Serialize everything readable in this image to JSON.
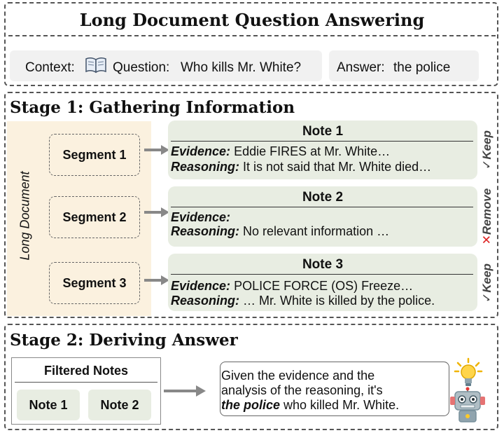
{
  "header": {
    "title": "Long Document Question Answering",
    "context_label": "Context:",
    "question_label": "Question:",
    "question_text": "Who kills Mr. White?",
    "answer_label": "Answer:",
    "answer_text": "the police",
    "book_icon": "book-icon"
  },
  "stage1": {
    "title": "Stage 1: Gathering Information",
    "long_document_label": "Long Document",
    "segments": [
      "Segment 1",
      "Segment 2",
      "Segment 3"
    ],
    "notes": [
      {
        "title": "Note 1",
        "evidence_label": "Evidence",
        "evidence": "Eddie FIRES at Mr. White…",
        "reasoning_label": "Reasoning",
        "reasoning": "It is not said that Mr. White died…",
        "decision": "Keep",
        "decision_mark": "✓"
      },
      {
        "title": "Note 2",
        "evidence_label": "Evidence",
        "evidence": "",
        "reasoning_label": "Reasoning",
        "reasoning": "No relevant information …",
        "decision": "Remove",
        "decision_mark": "✕"
      },
      {
        "title": "Note 3",
        "evidence_label": "Evidence",
        "evidence": "POLICE FORCE (OS) Freeze…",
        "reasoning_label": "Reasoning",
        "reasoning": "… Mr. White is killed by the police.",
        "decision": "Keep",
        "decision_mark": "✓"
      }
    ],
    "colors": {
      "long_document_bg": "#fbf1df",
      "note_bg": "#e8ede2",
      "remove_mark": "#dd2222",
      "arrow": "#888888"
    }
  },
  "stage2": {
    "title": "Stage 2: Deriving Answer",
    "filtered_title": "Filtered Notes",
    "filtered_notes": [
      "Note 1",
      "Note 2"
    ],
    "answer_part1": "Given the evidence and the",
    "answer_part2": "analysis of the reasoning, it's",
    "answer_emphasis": "the police",
    "answer_part3": "who killed Mr. White.",
    "robot_icon": "robot-icon",
    "lightbulb_icon": "lightbulb-icon"
  }
}
